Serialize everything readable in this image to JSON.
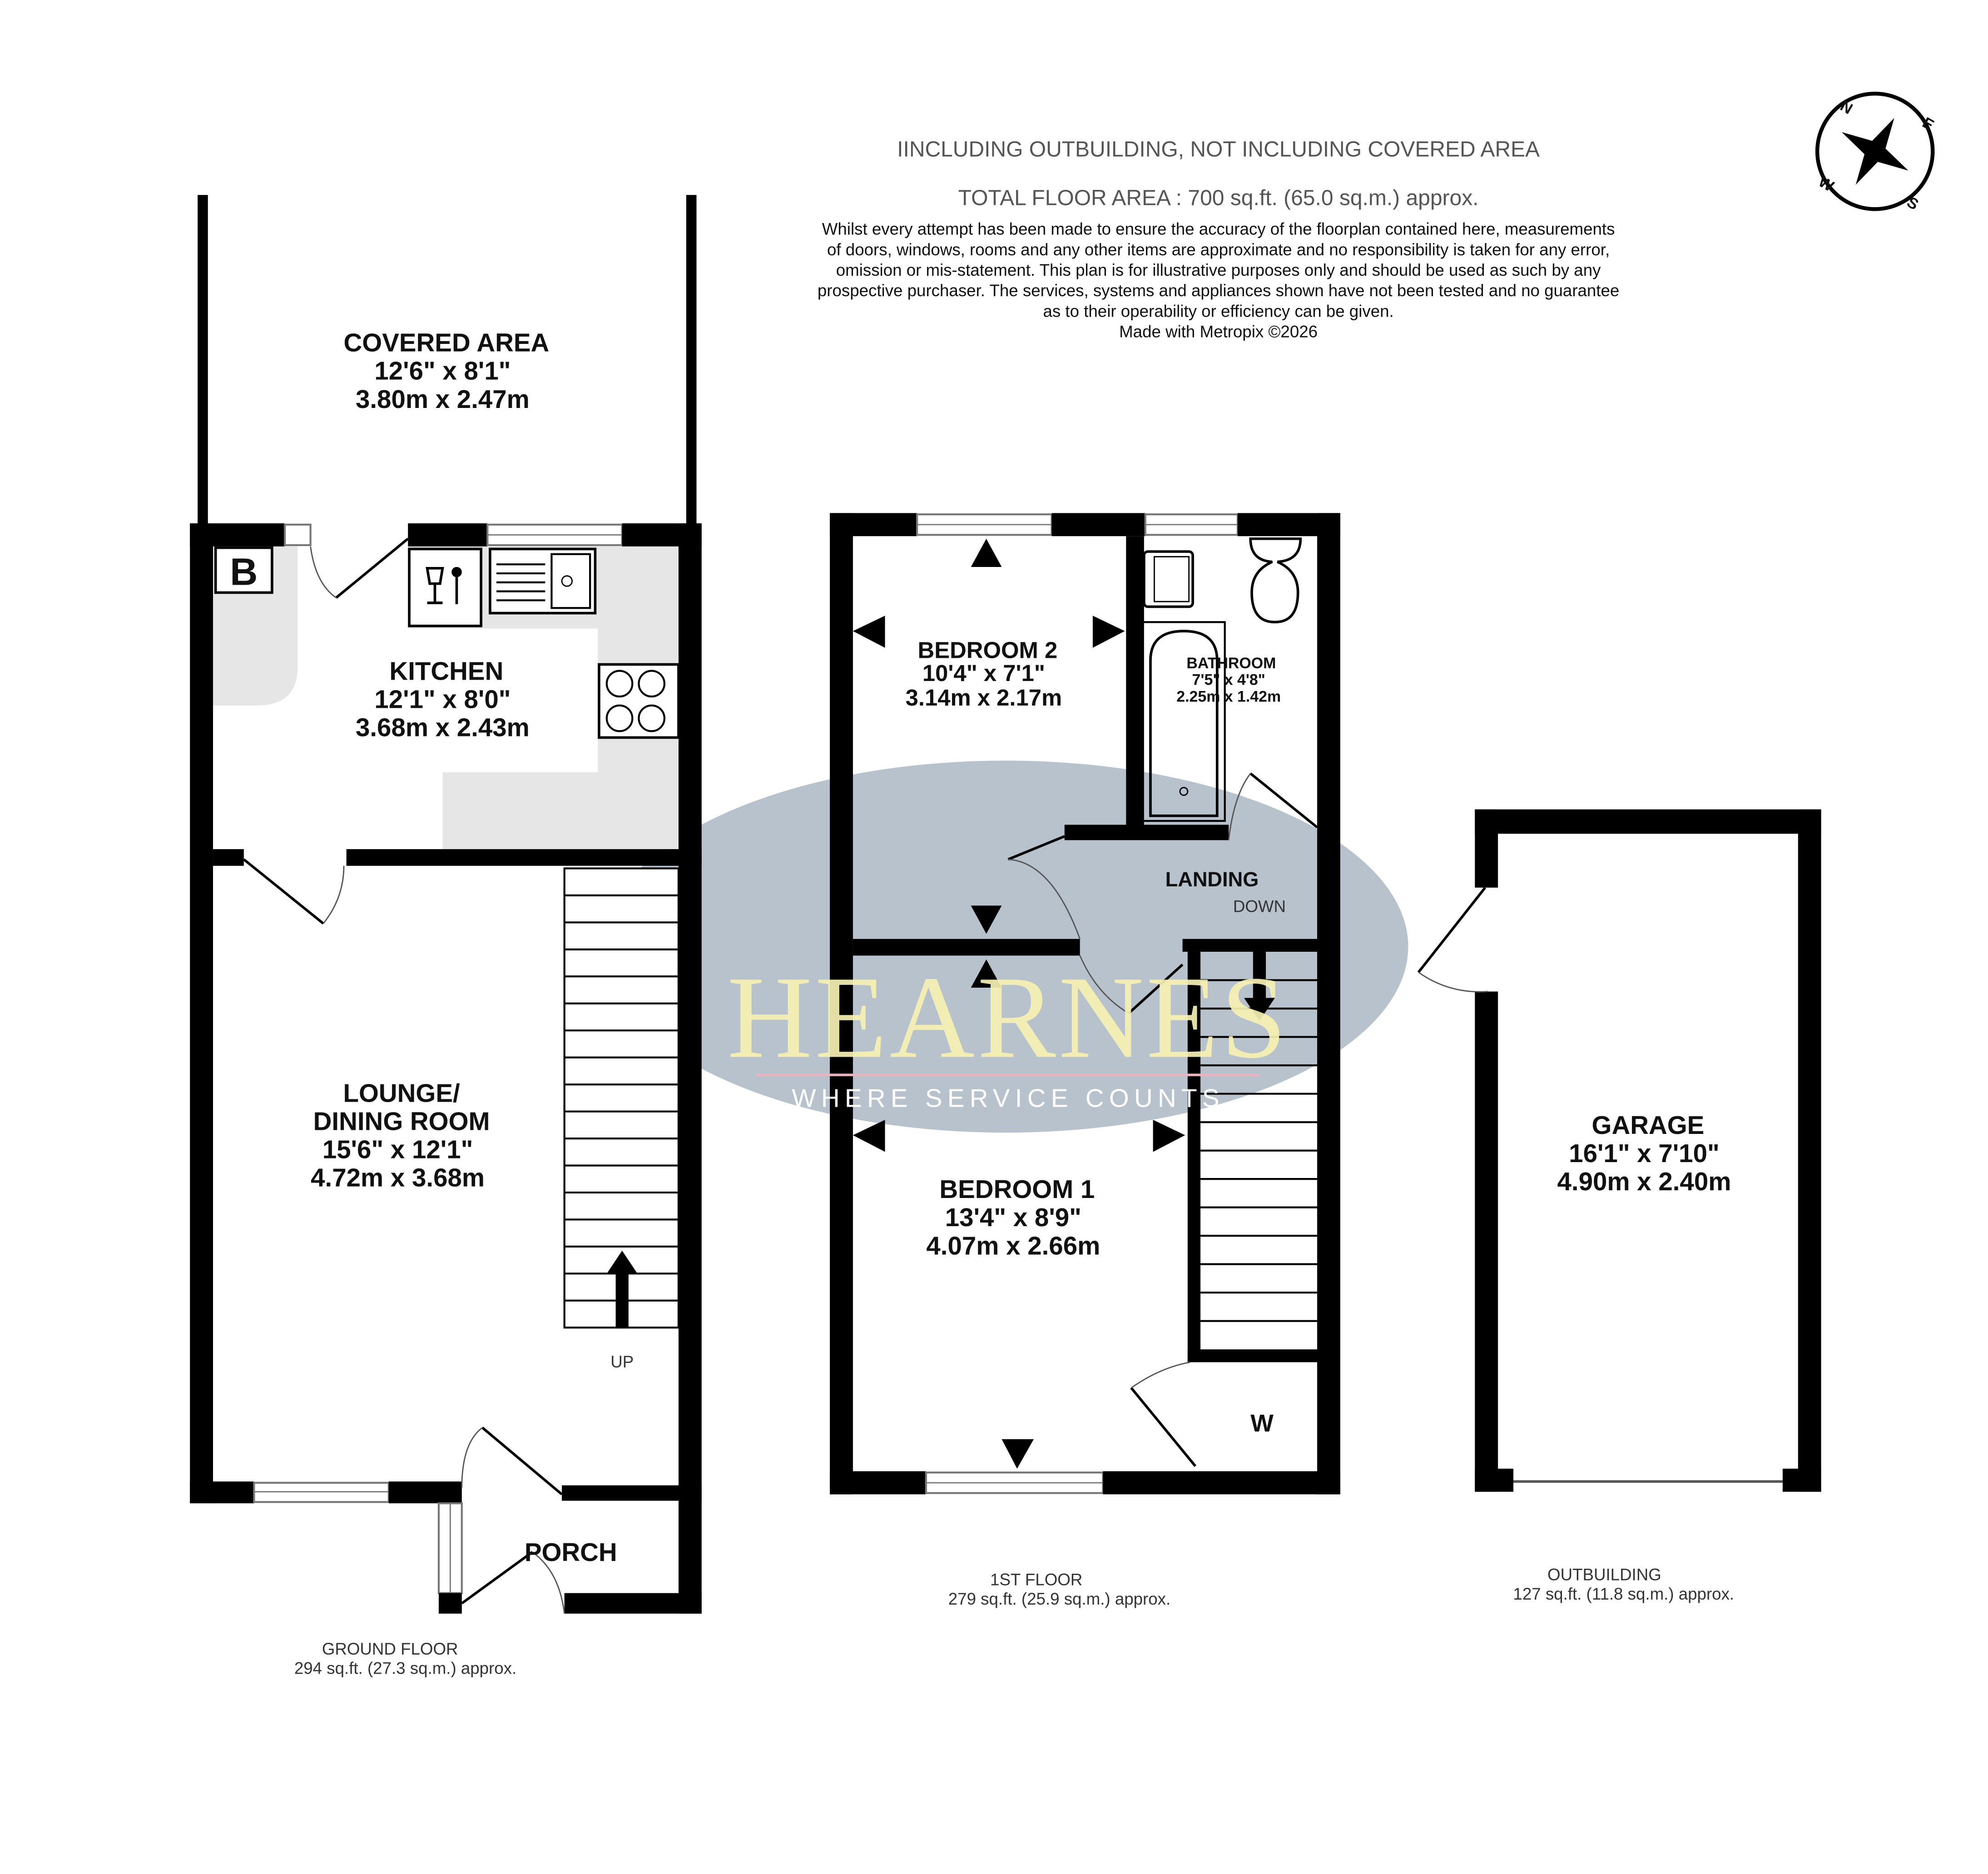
{
  "header": {
    "note": "IINCLUDING OUTBUILDING, NOT INCLUDING COVERED AREA",
    "total_area": "TOTAL FLOOR AREA : 700 sq.ft. (65.0 sq.m.) approx.",
    "disclaimer": [
      "Whilst every attempt has been made to ensure the accuracy of the floorplan contained here, measurements",
      "of doors, windows, rooms and any other items are approximate and no responsibility is taken for any error,",
      "omission or mis-statement. This plan is for illustrative purposes only and should be used as such by any",
      "prospective purchaser. The services, systems and appliances shown have not been tested and no guarantee",
      "as to their operability or efficiency can be given."
    ],
    "credit": "Made with Metropix ©2026"
  },
  "compass": {
    "n": "N",
    "e": "E",
    "s": "S",
    "w": "W"
  },
  "watermark": {
    "brand": "HEARNES",
    "tagline": "WHERE SERVICE COUNTS",
    "ellipse_color": "#b7c2cd",
    "brand_color": "#f6f1b3"
  },
  "ground_floor": {
    "label": "GROUND FLOOR",
    "area": "294 sq.ft. (27.3 sq.m.) approx.",
    "boiler": "B",
    "stairs_label": "UP",
    "rooms": {
      "covered": {
        "name": "COVERED AREA",
        "imperial": "12'6\"  x 8'1\"",
        "metric": "3.80m  x 2.47m"
      },
      "kitchen": {
        "name": "KITCHEN",
        "imperial": "12'1\"  x 8'0\"",
        "metric": "3.68m  x 2.43m"
      },
      "lounge": {
        "name1": "LOUNGE/",
        "name2": "DINING ROOM",
        "imperial": "15'6\"  x 12'1\"",
        "metric": "4.72m  x 3.68m"
      },
      "porch": {
        "name": "PORCH"
      }
    }
  },
  "first_floor": {
    "label": "1ST FLOOR",
    "area": "279 sq.ft. (25.9 sq.m.) approx.",
    "stairs_label": "DOWN",
    "wardrobe": "W",
    "rooms": {
      "bedroom2": {
        "name": "BEDROOM 2",
        "imperial": "10'4\"  x 7'1\"",
        "metric": "3.14m  x 2.17m"
      },
      "bathroom": {
        "name": "BATHROOM",
        "imperial": "7'5\"  x 4'8\"",
        "metric": "2.25m  x 1.42m"
      },
      "landing": {
        "name": "LANDING"
      },
      "bedroom1": {
        "name": "BEDROOM 1",
        "imperial": "13'4\"  x 8'9\"",
        "metric": "4.07m  x 2.66m"
      }
    }
  },
  "outbuilding": {
    "label": "OUTBUILDING",
    "area": "127 sq.ft. (11.8 sq.m.) approx.",
    "rooms": {
      "garage": {
        "name": "GARAGE",
        "imperial": "16'1\"  x 7'10\"",
        "metric": "4.90m  x 2.40m"
      }
    }
  }
}
